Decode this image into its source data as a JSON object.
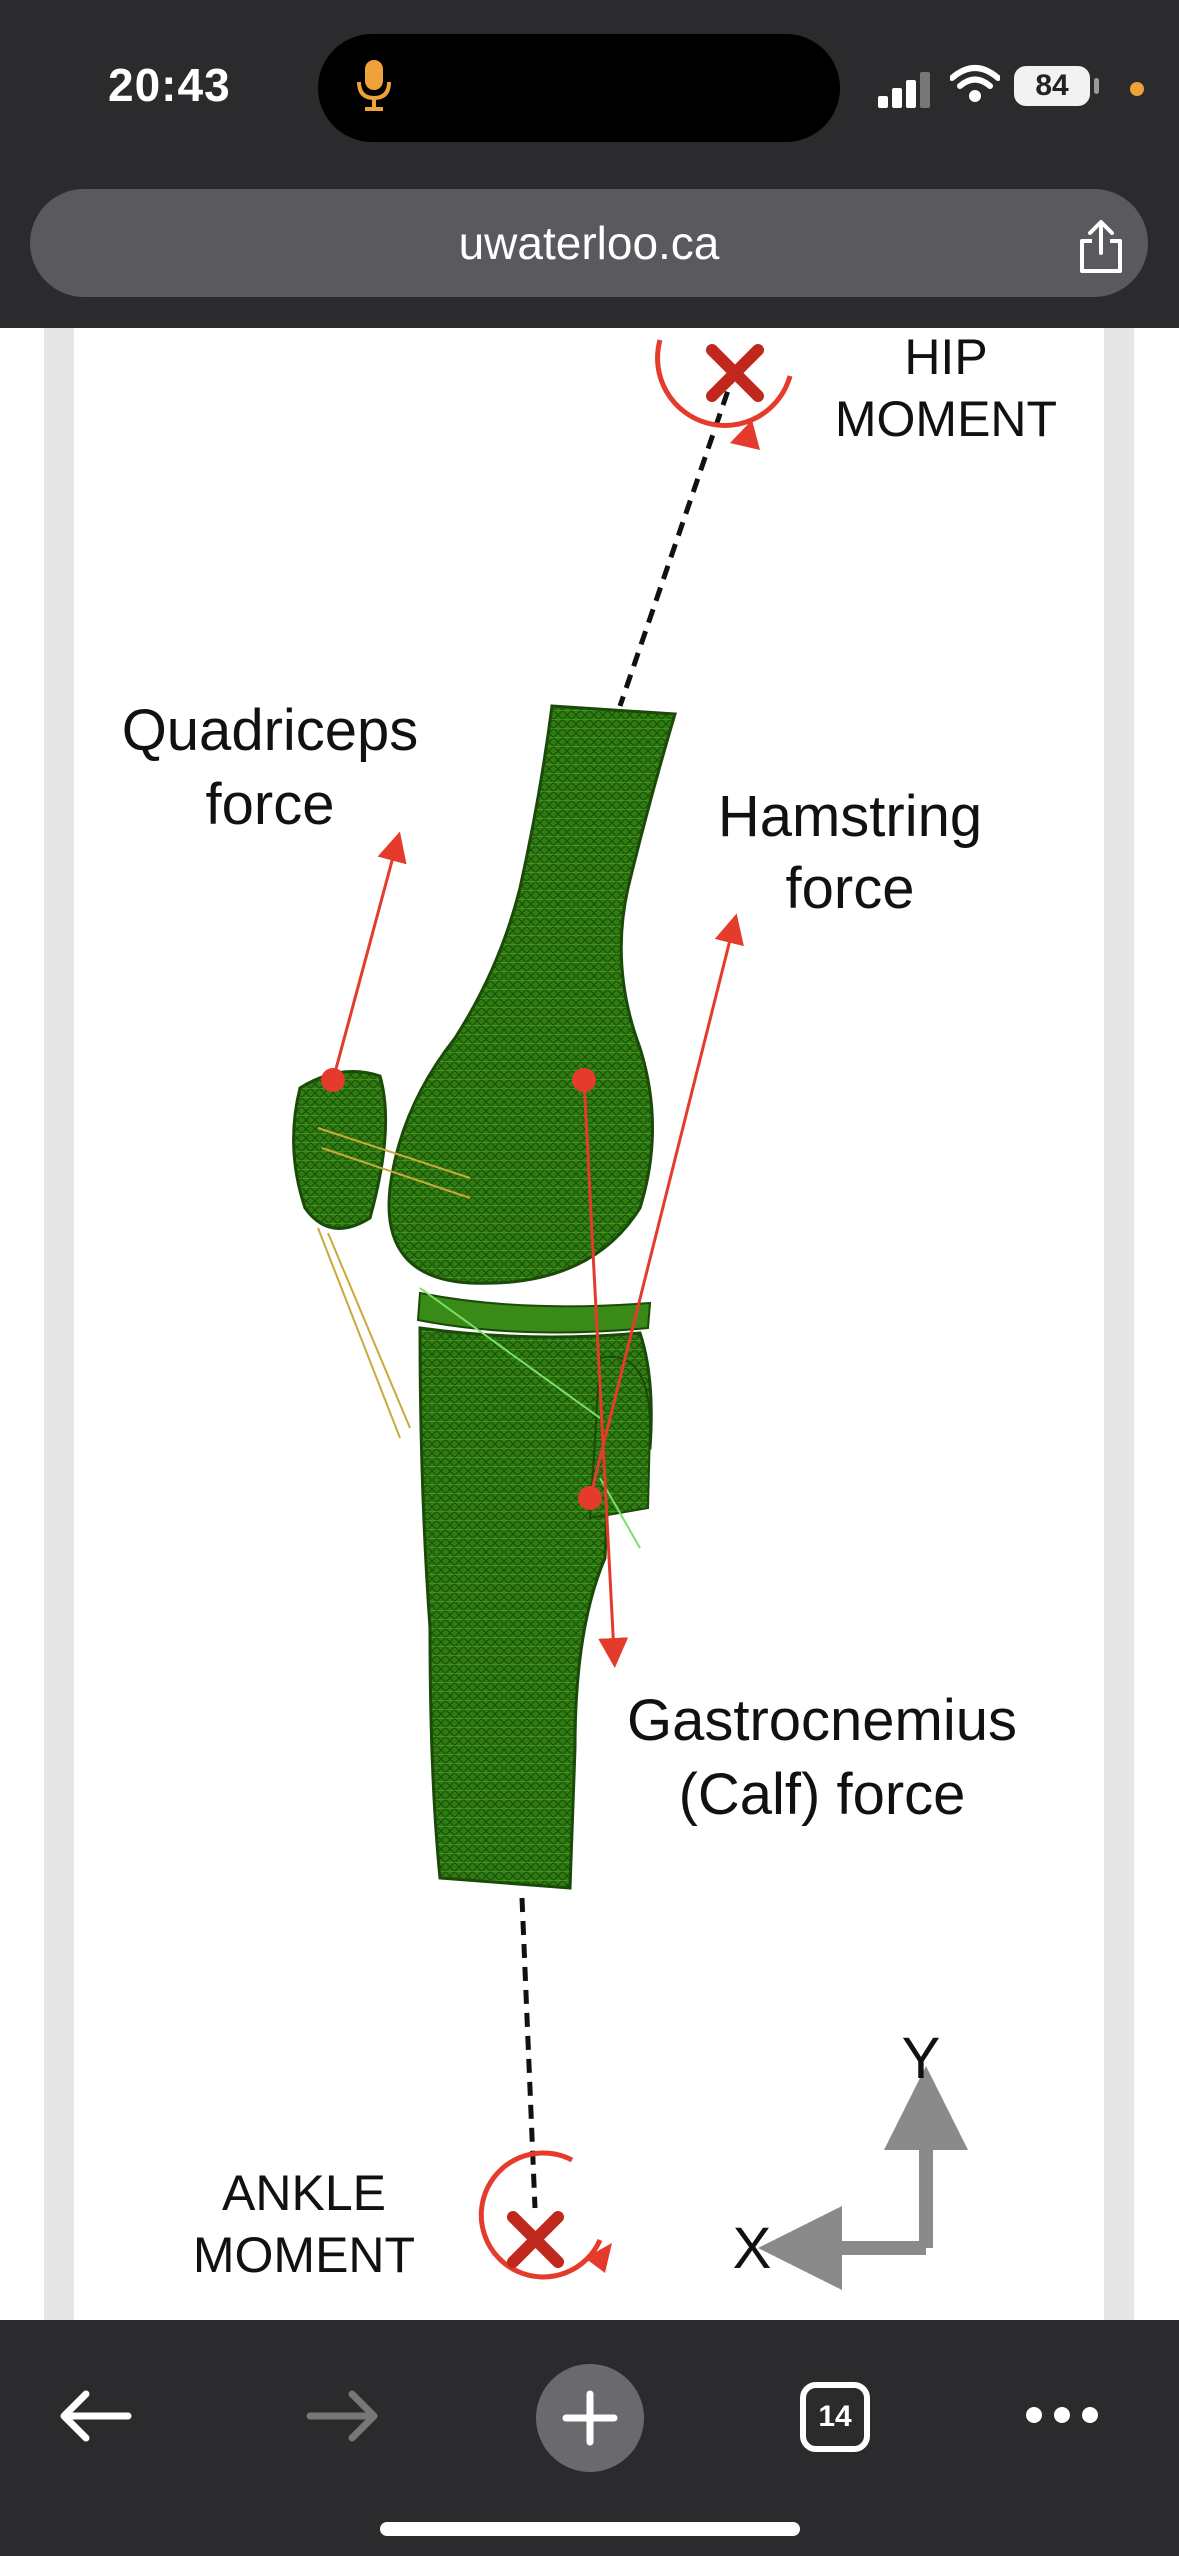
{
  "status": {
    "time": "20:43",
    "battery": "84"
  },
  "browser": {
    "url": "uwaterloo.ca",
    "tab_count": "14"
  },
  "figure": {
    "hip_label_1": "HIP",
    "hip_label_2": "MOMENT",
    "quad_1": "Quadriceps",
    "quad_2": "force",
    "ham_1": "Hamstring",
    "ham_2": "force",
    "gastro_1": "Gastrocnemius",
    "gastro_2": "(Calf) force",
    "ankle_1": "ANKLE",
    "ankle_2": "MOMENT",
    "axis_y": "Y",
    "axis_x": "X"
  },
  "colors": {
    "bone": "#2f7d12",
    "bone_dark": "#1a4a08",
    "force": "#e53b2c",
    "moment": "#c0271d"
  }
}
